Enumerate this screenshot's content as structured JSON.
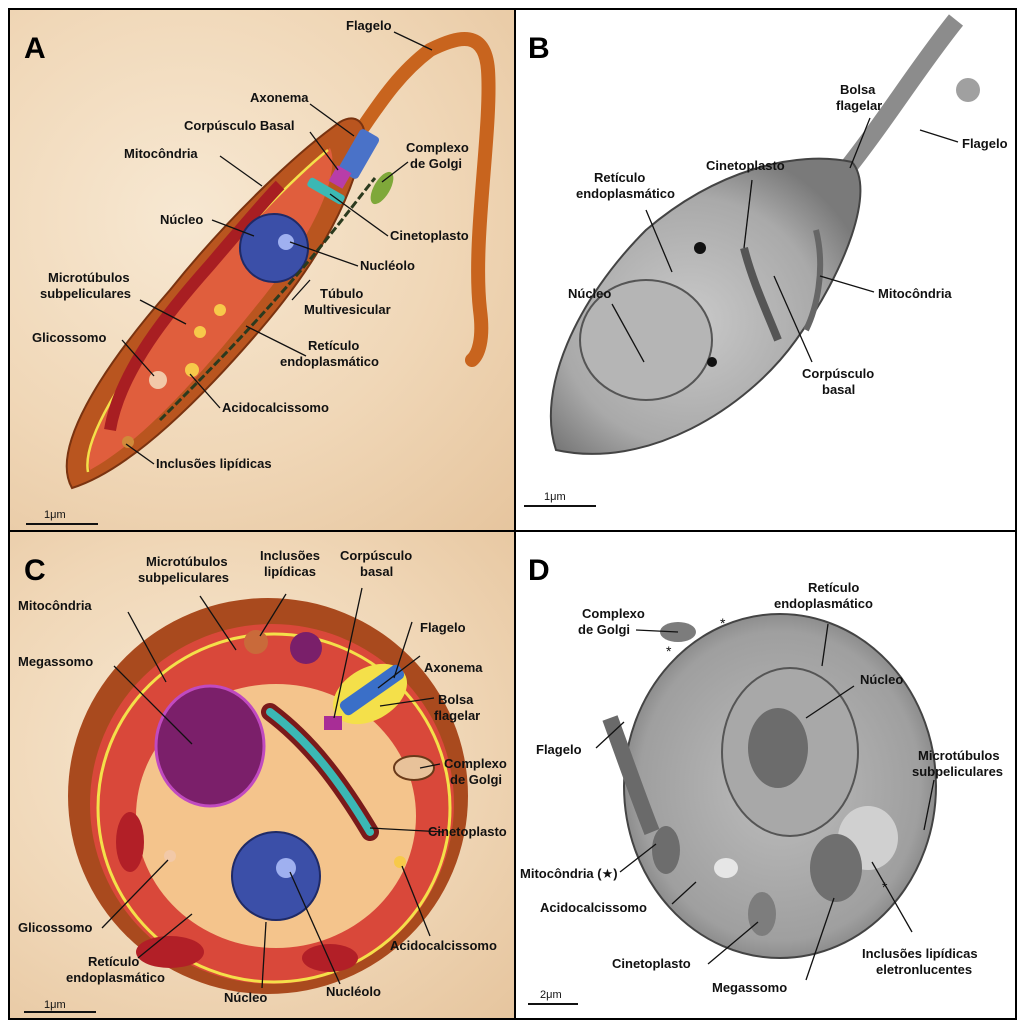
{
  "panel_a": {
    "letter": "A",
    "scale": "1μm",
    "labels": {
      "flagelo": "Flagelo",
      "axonema": "Axonema",
      "corpusculo_basal": "Corpúsculo Basal",
      "mitocondria": "Mitocôndria",
      "complexo_golgi_1": "Complexo",
      "complexo_golgi_2": "de Golgi",
      "nucleo": "Núcleo",
      "cinetoplasto": "Cinetoplasto",
      "nucleolo": "Nucléolo",
      "microtubulos_1": "Microtúbulos",
      "microtubulos_2": "subpeliculares",
      "tubulo_1": "Túbulo",
      "tubulo_2": "Multivesicular",
      "glicossomo": "Glicossomo",
      "reticulo_1": "Retículo",
      "reticulo_2": "endoplasmático",
      "acidocalcissomo": "Acidocalcissomo",
      "inclusoes": "Inclusões lipídicas"
    }
  },
  "panel_b": {
    "letter": "B",
    "scale": "1μm",
    "labels": {
      "bolsa_1": "Bolsa",
      "bolsa_2": "flagelar",
      "flagelo": "Flagelo",
      "reticulo_1": "Retículo",
      "reticulo_2": "endoplasmático",
      "cinetoplasto": "Cinetoplasto",
      "nucleo": "Núcleo",
      "mitocondria": "Mitocôndria",
      "corpusculo_1": "Corpúsculo",
      "corpusculo_2": "basal"
    }
  },
  "panel_c": {
    "letter": "C",
    "scale": "1μm",
    "labels": {
      "microtubulos_1": "Microtúbulos",
      "microtubulos_2": "subpeliculares",
      "inclusoes_1": "Inclusões",
      "inclusoes_2": "lipídicas",
      "corpusculo_1": "Corpúsculo",
      "corpusculo_2": "basal",
      "mitocondria": "Mitocôndria",
      "flagelo": "Flagelo",
      "axonema": "Axonema",
      "megassomo": "Megassomo",
      "bolsa_1": "Bolsa",
      "bolsa_2": "flagelar",
      "complexo_1": "Complexo",
      "complexo_2": "de Golgi",
      "cinetoplasto": "Cinetoplasto",
      "glicossomo": "Glicossomo",
      "acidocalcissomo": "Acidocalcissomo",
      "reticulo_1": "Retículo",
      "reticulo_2": "endoplasmático",
      "nucleolo": "Nucléolo",
      "nucleo": "Núcleo"
    }
  },
  "panel_d": {
    "letter": "D",
    "scale": "2μm",
    "labels": {
      "complexo_1": "Complexo",
      "complexo_2": "de Golgi",
      "reticulo_1": "Retículo",
      "reticulo_2": "endoplasmático",
      "nucleo": "Núcleo",
      "flagelo": "Flagelo",
      "microtubulos_1": "Microtúbulos",
      "microtubulos_2": "subpeliculares",
      "mitocondria": "Mitocôndria (★)",
      "acidocalcissomo": "Acidocalcissomo",
      "cinetoplasto": "Cinetoplasto",
      "megassomo": "Megassomo",
      "inclusoes_1": "Inclusões lipídicas",
      "inclusoes_2": "eletronlucentes"
    }
  }
}
